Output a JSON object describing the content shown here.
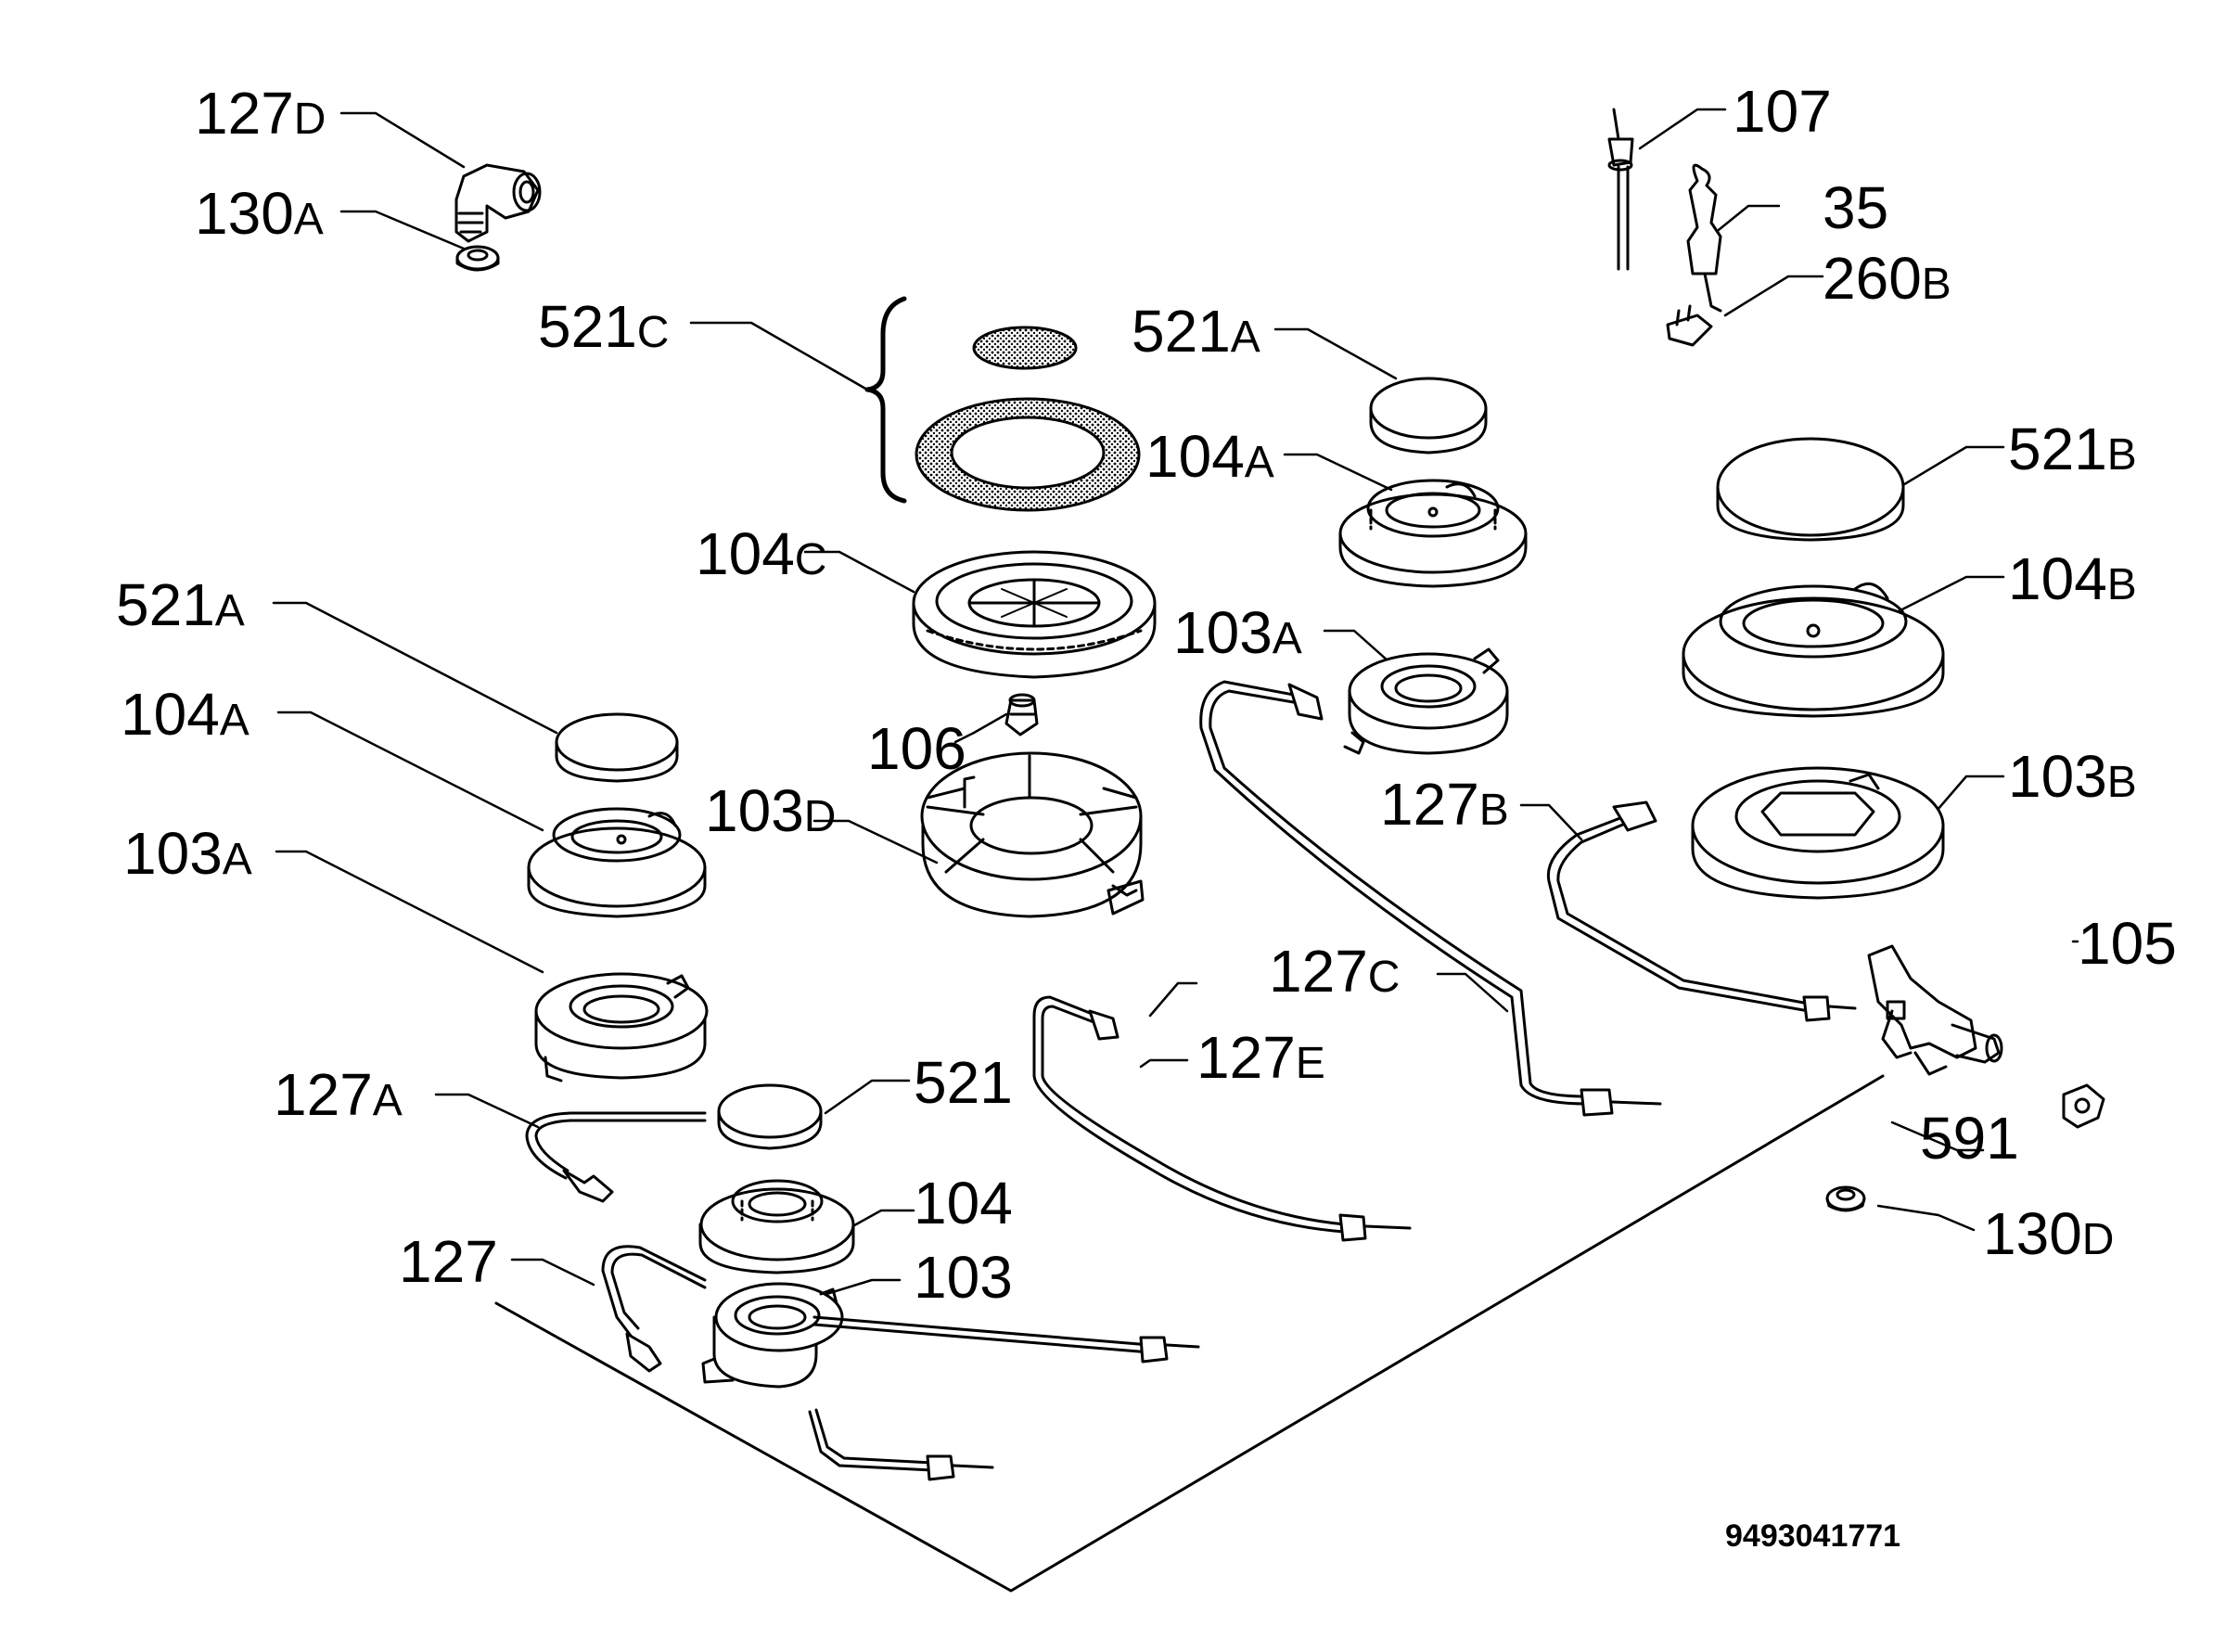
{
  "diagram": {
    "document_number": "9493041771",
    "labels": {
      "l127D": {
        "num": "127",
        "suf": "D"
      },
      "l130A_top": {
        "num": "130",
        "suf": "A"
      },
      "l521C": {
        "num": "521",
        "suf": "C"
      },
      "l521A_top": {
        "num": "521",
        "suf": "A"
      },
      "l104A_top": {
        "num": "104",
        "suf": "A"
      },
      "l107": {
        "num": "107",
        "suf": ""
      },
      "l35": {
        "num": "35",
        "suf": ""
      },
      "l260B": {
        "num": "260",
        "suf": "B"
      },
      "l521B": {
        "num": "521",
        "suf": "B"
      },
      "l104B": {
        "num": "104",
        "suf": "B"
      },
      "l104C": {
        "num": "104",
        "suf": "C"
      },
      "l103A_mid": {
        "num": "103",
        "suf": "A"
      },
      "l521A_left": {
        "num": "521",
        "suf": "A"
      },
      "l104A_left": {
        "num": "104",
        "suf": "A"
      },
      "l106": {
        "num": "106",
        "suf": ""
      },
      "l103D": {
        "num": "103",
        "suf": "D"
      },
      "l127B": {
        "num": "127",
        "suf": "B"
      },
      "l103B": {
        "num": "103",
        "suf": "B"
      },
      "l103A_left": {
        "num": "103",
        "suf": "A"
      },
      "l127C": {
        "num": "127",
        "suf": "C"
      },
      "l105": {
        "num": "105",
        "suf": ""
      },
      "l127E": {
        "num": "127",
        "suf": "E"
      },
      "l127A": {
        "num": "127",
        "suf": "A"
      },
      "l521": {
        "num": "521",
        "suf": ""
      },
      "l591": {
        "num": "591",
        "suf": ""
      },
      "l104": {
        "num": "104",
        "suf": ""
      },
      "l130D": {
        "num": "130",
        "suf": "D"
      },
      "l127": {
        "num": "127",
        "suf": ""
      },
      "l103": {
        "num": "103",
        "suf": ""
      }
    }
  }
}
